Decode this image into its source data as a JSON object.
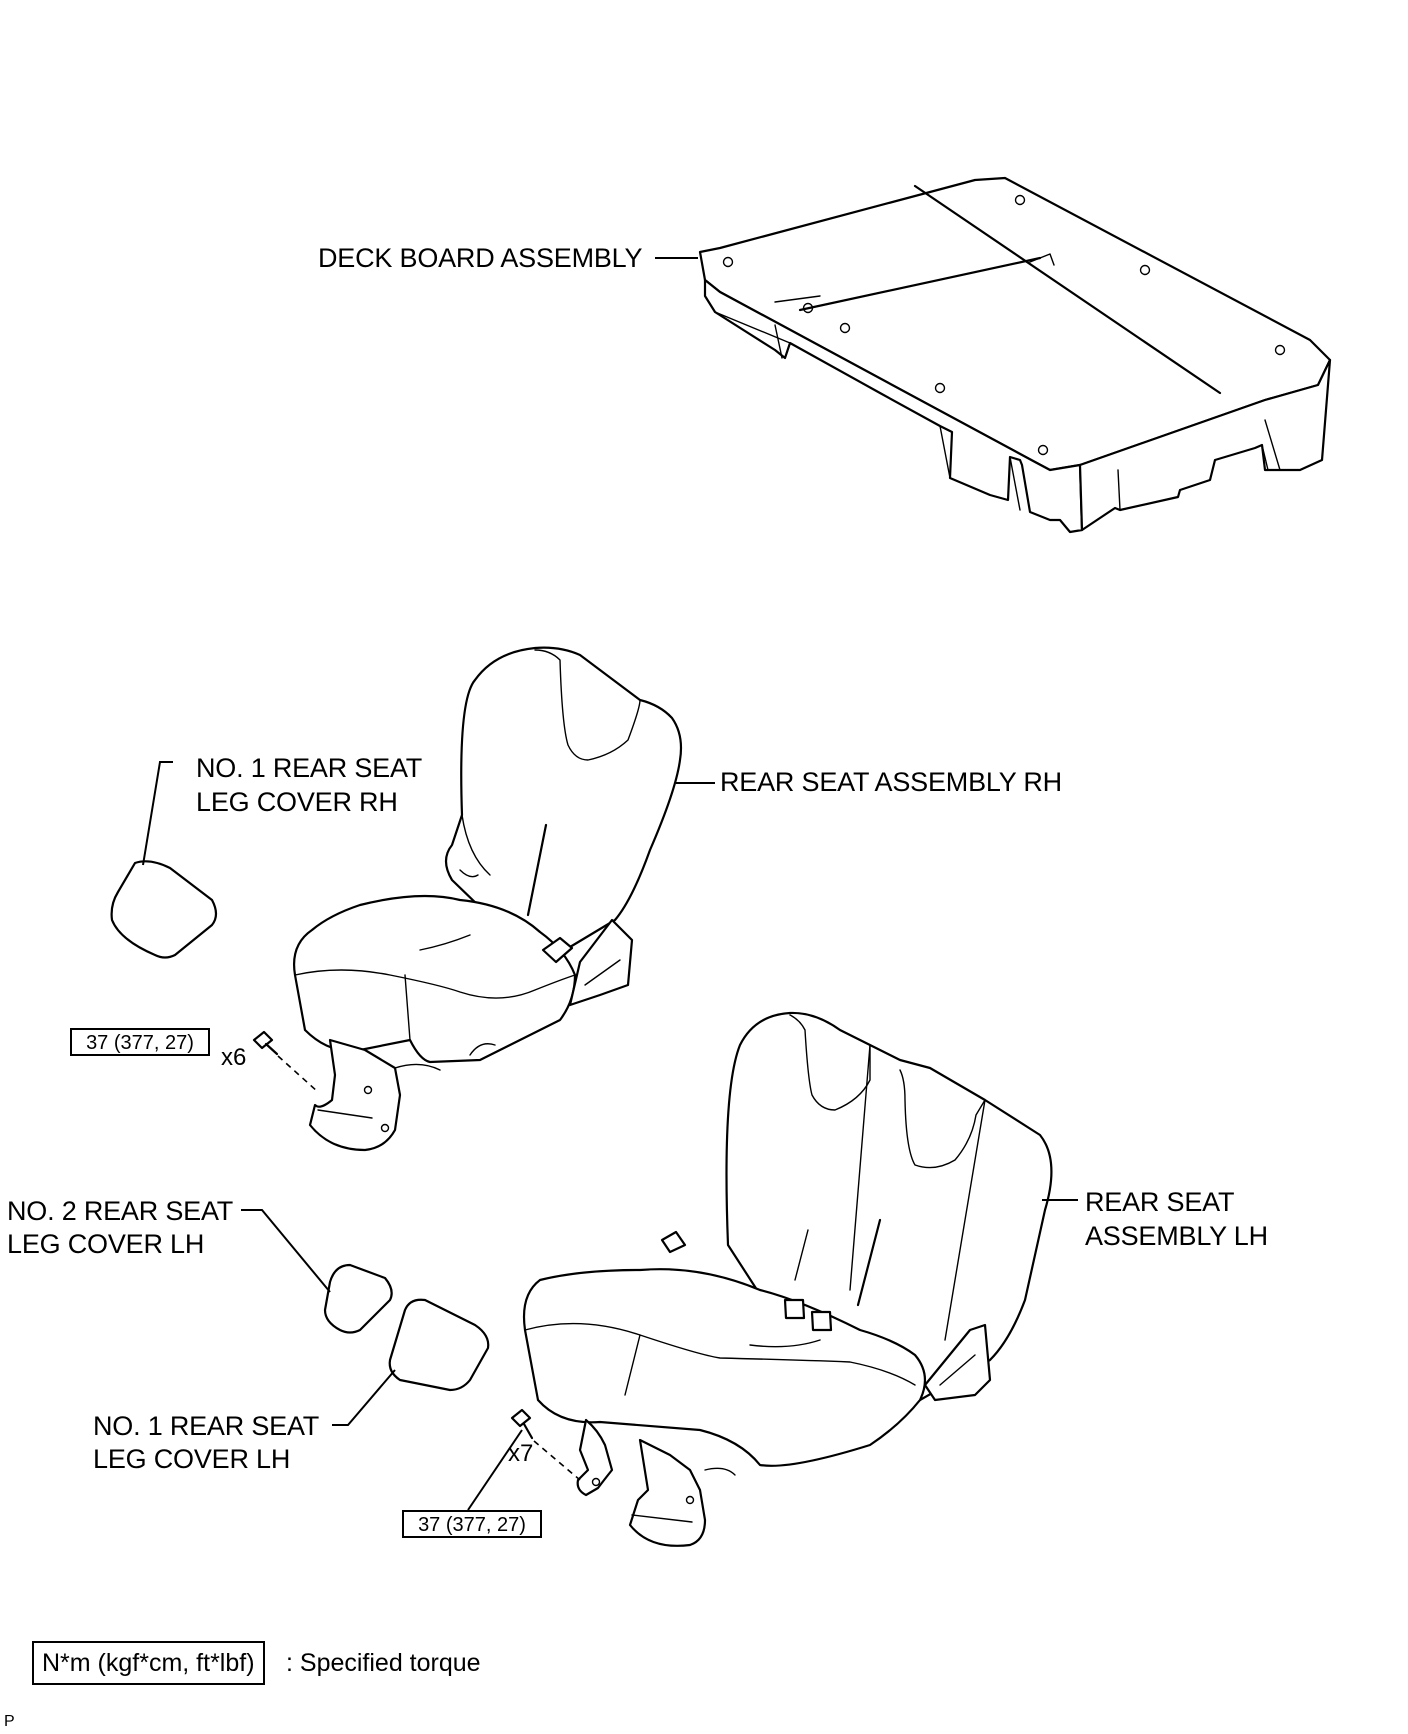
{
  "labels": {
    "deck_board": "DECK BOARD ASSEMBLY",
    "rear_seat_rh": "REAR SEAT ASSEMBLY RH",
    "leg_cover_rh_line1": "NO. 1 REAR SEAT",
    "leg_cover_rh_line2": "LEG COVER RH",
    "rear_seat_lh_line1": "REAR SEAT",
    "rear_seat_lh_line2": "ASSEMBLY LH",
    "no2_leg_cover_lh_line1": "NO. 2 REAR SEAT",
    "no2_leg_cover_lh_line2": "LEG COVER LH",
    "no1_leg_cover_lh_line1": "NO. 1 REAR SEAT",
    "no1_leg_cover_lh_line2": "LEG COVER LH"
  },
  "fasteners": {
    "rh_torque": "37 (377, 27)",
    "rh_quantity": "x6",
    "lh_torque": "37 (377, 27)",
    "lh_quantity": "x7"
  },
  "legend": {
    "box_text": "N*m (kgf*cm, ft*lbf)",
    "description": ": Specified torque"
  },
  "corner_mark": "P"
}
